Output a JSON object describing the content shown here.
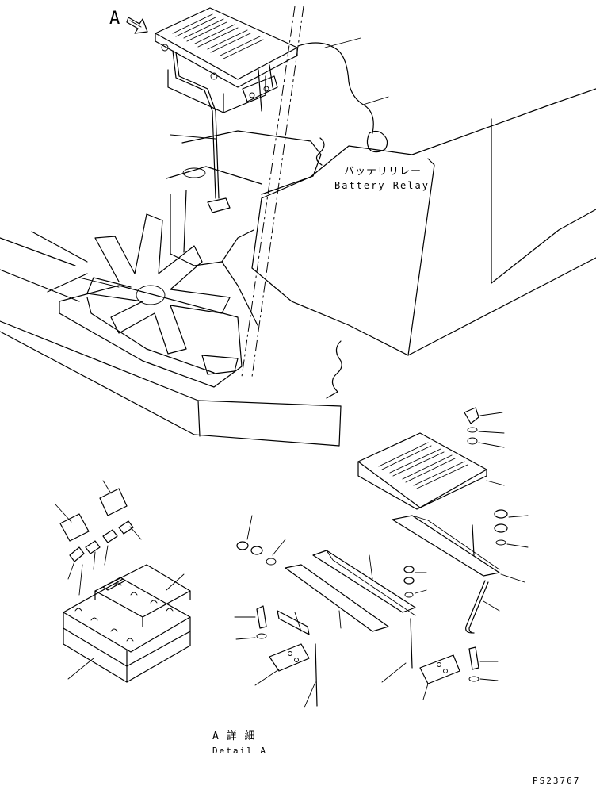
{
  "labels": {
    "view_marker": "A",
    "relay_jp": "バッテリリレー",
    "relay_en": "Battery Relay",
    "detail_jp": "A 詳 細",
    "detail_en": "Detail A",
    "drawing_no": "PS23767"
  },
  "colors": {
    "line": "#000000",
    "background": "#ffffff"
  }
}
